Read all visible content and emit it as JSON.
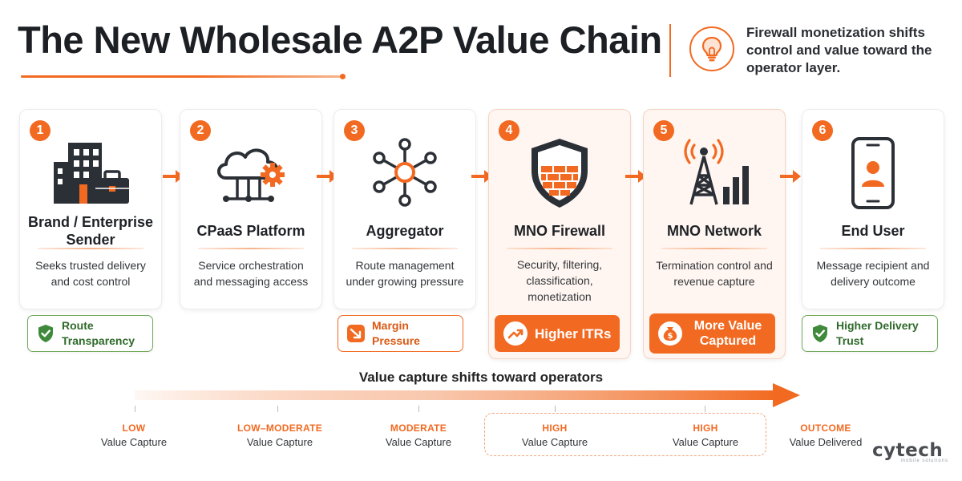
{
  "header": {
    "title": "The New Wholesale A2P Value Chain",
    "callout": "Firewall monetization shifts control and value toward the operator layer.",
    "callout_icon": "lightbulb-icon"
  },
  "colors": {
    "accent": "#f26a21",
    "green": "#2f6a2a",
    "text": "#1e2126"
  },
  "chain": [
    {
      "number": "1",
      "title": "Brand / Enterprise Sender",
      "description": "Seeks trusted delivery and cost control",
      "icon": "building-briefcase-icon"
    },
    {
      "number": "2",
      "title": "CPaaS Platform",
      "description": "Service orchestration and messaging access",
      "icon": "cloud-gear-icon"
    },
    {
      "number": "3",
      "title": "Aggregator",
      "description": "Route management under growing pressure",
      "icon": "network-hub-icon"
    },
    {
      "number": "4",
      "title": "MNO Firewall",
      "description": "Security, filtering, classification, monetization",
      "icon": "shield-firewall-icon"
    },
    {
      "number": "5",
      "title": "MNO Network",
      "description": "Termination control and revenue capture",
      "icon": "cell-tower-icon"
    },
    {
      "number": "6",
      "title": "End User",
      "description": "Message recipient and delivery outcome",
      "icon": "smartphone-user-icon"
    }
  ],
  "badges": {
    "route_transparency": "Route Transparency",
    "margin_pressure": "Margin Pressure",
    "higher_itrs": "Higher ITRs",
    "more_value": "More Value Captured",
    "delivery_trust": "Higher Delivery Trust"
  },
  "timeline": {
    "label": "Value capture shifts toward operators",
    "stages": [
      {
        "level": "LOW",
        "caption": "Value Capture"
      },
      {
        "level": "LOW–MODERATE",
        "caption": "Value Capture"
      },
      {
        "level": "MODERATE",
        "caption": "Value Capture"
      },
      {
        "level": "HIGH",
        "caption": "Value Capture"
      },
      {
        "level": "HIGH",
        "caption": "Value Capture"
      },
      {
        "level": "OUTCOME",
        "caption": "Value Delivered"
      }
    ]
  },
  "brand": {
    "logo_text": "cytech",
    "logo_subtext": "mobile solutions"
  }
}
